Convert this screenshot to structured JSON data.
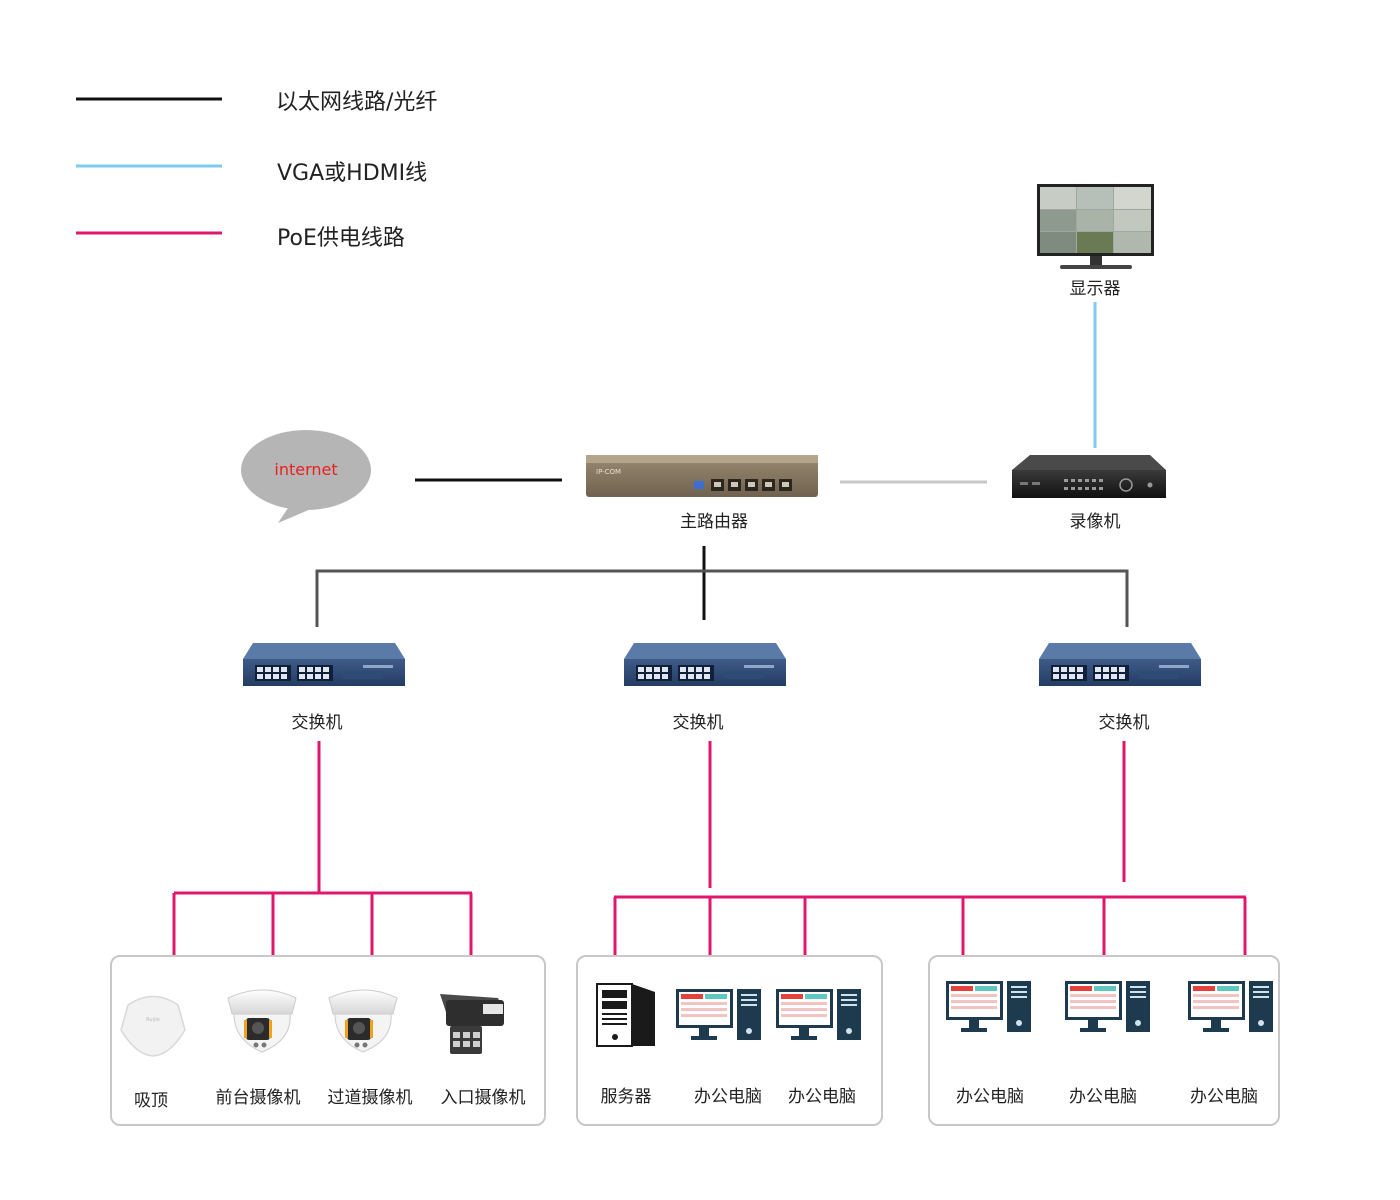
{
  "legend": {
    "ethernet": {
      "label": "以太网线路/光纤",
      "color": "#111111"
    },
    "vga": {
      "label": "VGA或HDMI线",
      "color": "#7ecbef"
    },
    "poe": {
      "label": "PoE供电线路",
      "color": "#e0176b"
    }
  },
  "internet": {
    "label": "internet"
  },
  "router": {
    "label": "主路由器"
  },
  "monitor": {
    "label": "显示器"
  },
  "nvr": {
    "label": "录像机"
  },
  "switches": [
    {
      "label": "交换机"
    },
    {
      "label": "交换机"
    },
    {
      "label": "交换机"
    }
  ],
  "groups": [
    {
      "items": [
        {
          "label": "吸顶",
          "icon": "ceiling-ap-icon"
        },
        {
          "label": "前台摄像机",
          "icon": "dome-camera-icon"
        },
        {
          "label": "过道摄像机",
          "icon": "dome-camera-icon"
        },
        {
          "label": "入口摄像机",
          "icon": "bullet-camera-icon"
        }
      ]
    },
    {
      "items": [
        {
          "label": "服务器",
          "icon": "server-icon"
        },
        {
          "label": "办公电脑",
          "icon": "desktop-pc-icon"
        },
        {
          "label": "办公电脑",
          "icon": "desktop-pc-icon"
        }
      ]
    },
    {
      "items": [
        {
          "label": "办公电脑",
          "icon": "desktop-pc-icon"
        },
        {
          "label": "办公电脑",
          "icon": "desktop-pc-icon"
        },
        {
          "label": "办公电脑",
          "icon": "desktop-pc-icon"
        }
      ]
    }
  ]
}
